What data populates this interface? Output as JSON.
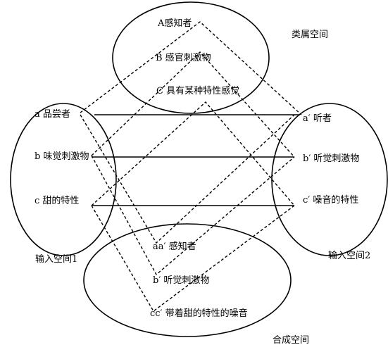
{
  "spaces": {
    "generic": {
      "label": "类属空间",
      "items": [
        "A感知者",
        "B 感官刺激物",
        "C 具有某种特性感觉"
      ]
    },
    "input1": {
      "label": "输入空间1",
      "items": [
        "a 品尝者",
        "b 味觉刺激物",
        "c 甜的特性"
      ]
    },
    "input2": {
      "label": "输入空间2",
      "items": [
        "a′ 听者",
        "b′ 听觉刺激物",
        "c′ 噪音的特性"
      ]
    },
    "blend": {
      "label": "合成空间",
      "items": [
        "aa′ 感知者",
        "b′ 听觉刺激物",
        "cc′ 带着甜的特性的噪音"
      ]
    }
  }
}
